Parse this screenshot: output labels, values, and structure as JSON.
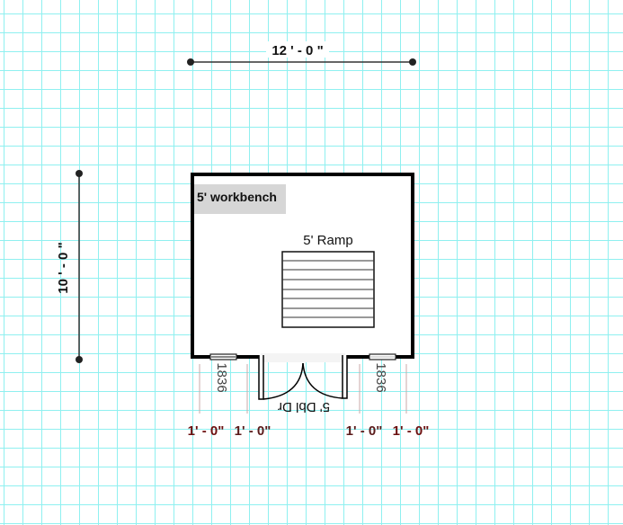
{
  "plan": {
    "width_dimension": "12 ' - 0 \"",
    "height_dimension": "10 ' - 0 \"",
    "workbench_label": "5' workbench",
    "ramp_label": "5' Ramp",
    "door_label": "5' Dbl Dr",
    "window_left_label": "1836",
    "window_right_label": "1836",
    "offsets": [
      "1' - 0\"",
      "1' - 0\"",
      "1' - 0\"",
      "1' - 0\""
    ]
  },
  "colors": {
    "grid": "#7fe8ea",
    "wall": "#000000",
    "offset_dark": "#6b0f0f"
  }
}
